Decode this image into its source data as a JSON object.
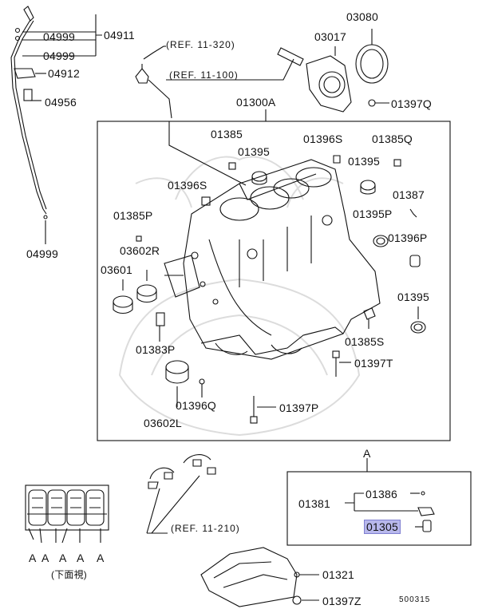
{
  "labels": {
    "p04911": "04911",
    "p04999a": "04999",
    "p04999b": "04999",
    "p04912": "04912",
    "p04956": "04956",
    "p04999c": "04999",
    "ref11320": "(REF. 11-320)",
    "ref11100": "(REF. 11-100)",
    "p03080": "03080",
    "p03017": "03017",
    "p01397Q": "01397Q",
    "p01300A": "01300A",
    "p01385": "01385",
    "p01395a": "01395",
    "p01396S_top": "01396S",
    "p01385Q": "01385Q",
    "p01395b": "01395",
    "p01396S_left": "01396S",
    "p01387": "01387",
    "p01385P": "01385P",
    "p01395P": "01395P",
    "p03602R": "03602R",
    "p01396P": "01396P",
    "p03601": "03601",
    "p01395c": "01395",
    "p01383P": "01383P",
    "p01385S": "01385S",
    "p01397T": "01397T",
    "p01396Q": "01396Q",
    "p01397P": "01397P",
    "p03602L": "03602L",
    "detailA": "A",
    "p01386": "01386",
    "p01381": "01381",
    "p01305": "01305",
    "ref11210": "(REF. 11-210)",
    "p01321": "01321",
    "p01397Z": "01397Z",
    "bottomView": "(下面視)",
    "figNumber": "500315",
    "markA1": "A",
    "markA2": "A",
    "markA3": "A",
    "markA4": "A",
    "markA5": "A"
  },
  "colors": {
    "line": "#111111",
    "highlight": "#b8b8ec",
    "watermark": "#dcdcdc"
  }
}
